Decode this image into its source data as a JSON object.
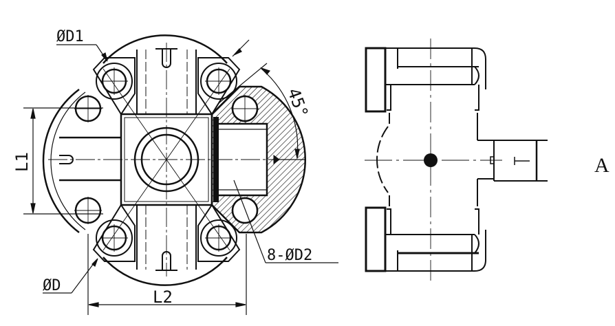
{
  "diagram": {
    "type": "technical-drawing",
    "subject": "universal joint cross",
    "views": {
      "front": {
        "labels": {
          "d1": "ØD1",
          "d": "ØD",
          "d2": "8-ØD2",
          "l1": "L1",
          "l2": "L2",
          "angle": "45°"
        }
      },
      "side": {
        "labels": {
          "t": "T",
          "view_mark": "A"
        }
      }
    },
    "colors": {
      "line": "#111111",
      "background": "#ffffff"
    }
  }
}
